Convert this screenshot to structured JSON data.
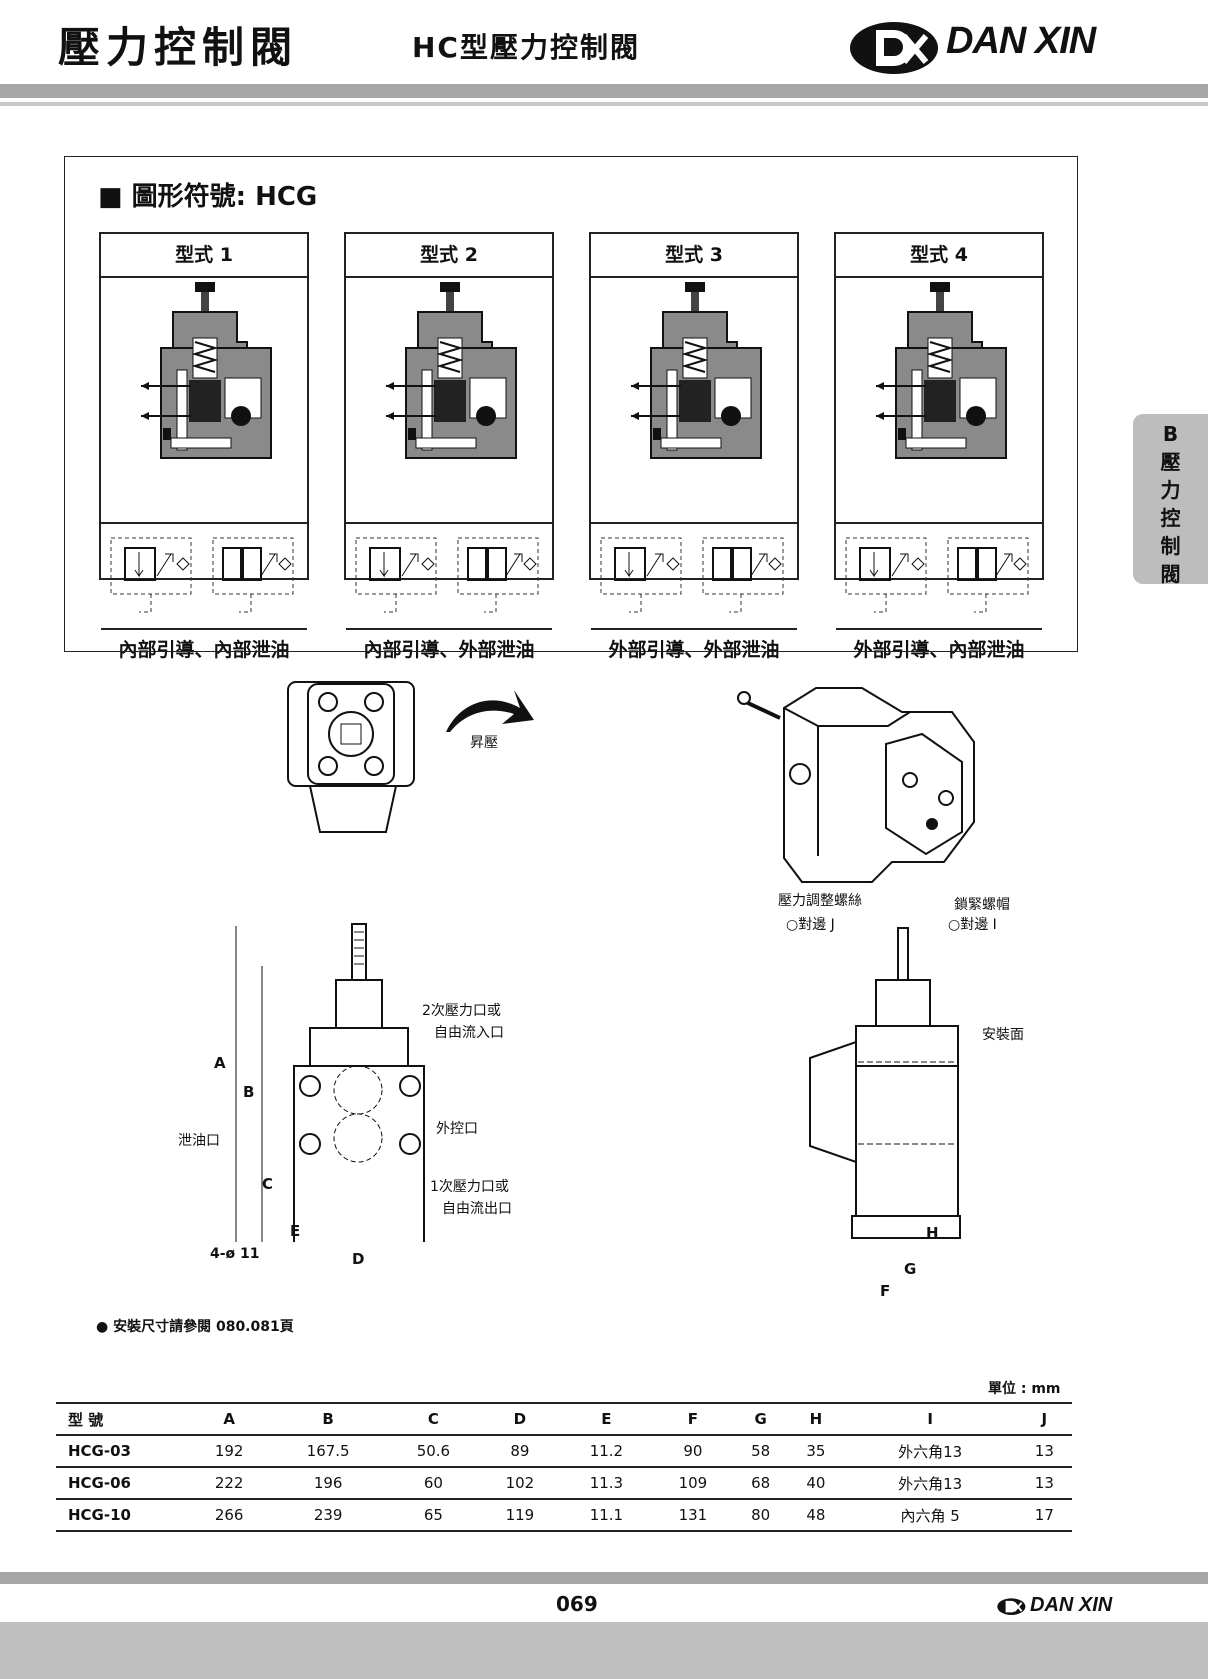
{
  "header": {
    "title": "壓力控制閥",
    "subtitle": "HC型壓力控制閥",
    "brand": "DAN XIN"
  },
  "side_tab": {
    "chars": [
      "B",
      "壓",
      "力",
      "控",
      "制",
      "閥"
    ]
  },
  "symbols": {
    "title": "■ 圖形符號: HCG",
    "types": [
      {
        "label": "型式 1",
        "caption": "內部引導、內部泄油"
      },
      {
        "label": "型式 2",
        "caption": "內部引導、外部泄油"
      },
      {
        "label": "型式 3",
        "caption": "外部引導、外部泄油"
      },
      {
        "label": "型式 4",
        "caption": "外部引導、內部泄油"
      }
    ]
  },
  "drawings": {
    "rise_label": "昇壓",
    "adjust_screw": "壓力調整螺絲",
    "adjust_flat": "○對邊 J",
    "lock_nut": "鎖緊螺帽",
    "lock_flat": "○對邊 I",
    "mount_face": "安裝面",
    "port2_a": "2次壓力口或",
    "port2_b": "自由流入口",
    "drain": "泄油口",
    "ext_pilot": "外控口",
    "port1_a": "1次壓力口或",
    "port1_b": "自由流出口",
    "holes": "4-ø 11",
    "dims": {
      "A": "A",
      "B": "B",
      "C": "C",
      "D": "D",
      "E": "E",
      "F": "F",
      "G": "G",
      "H": "H"
    }
  },
  "note": "● 安裝尺寸請參閱 080.081頁",
  "unit": "單位 : mm",
  "table": {
    "headers": [
      "型 號",
      "A",
      "B",
      "C",
      "D",
      "E",
      "F",
      "G",
      "H",
      "I",
      "J"
    ],
    "rows": [
      [
        "HCG-03",
        "192",
        "167.5",
        "50.6",
        "89",
        "11.2",
        "90",
        "58",
        "35",
        "外六角13",
        "13"
      ],
      [
        "HCG-06",
        "222",
        "196",
        "60",
        "102",
        "11.3",
        "109",
        "68",
        "40",
        "外六角13",
        "13"
      ],
      [
        "HCG-10",
        "266",
        "239",
        "65",
        "119",
        "11.1",
        "131",
        "80",
        "48",
        "內六角 5",
        "17"
      ]
    ]
  },
  "footer": {
    "page": "069",
    "brand": "DAN XIN"
  }
}
